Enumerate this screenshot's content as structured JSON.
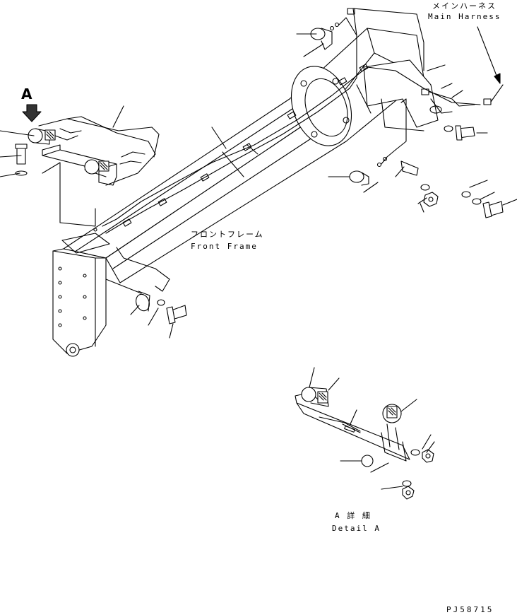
{
  "labels": {
    "main_harness_jp": "メインハーネス",
    "main_harness_en": "Main Harness",
    "front_frame_jp": "フロントフレーム",
    "front_frame_en": "Front Frame",
    "view_letter": "A",
    "detail_jp": "A 詳 細",
    "detail_en": "Detail A",
    "drawing_code": "PJ58715"
  }
}
